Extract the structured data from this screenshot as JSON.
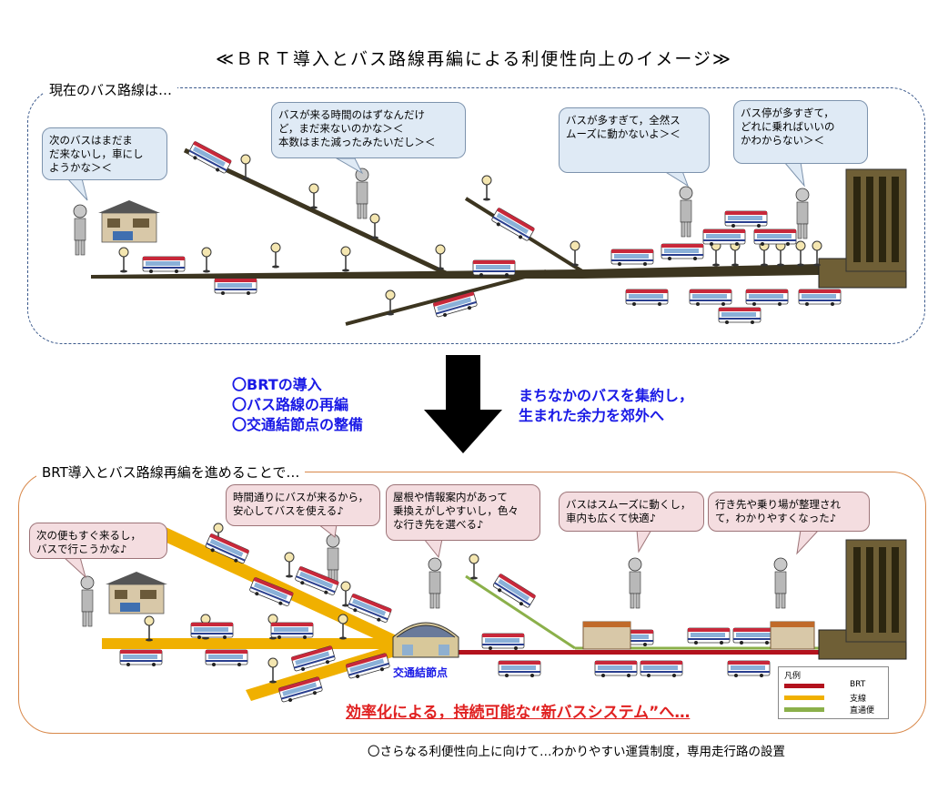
{
  "title": "≪ＢＲＴ導入とバス路線再編による利便性向上のイメージ≫",
  "top_panel": {
    "title": "現在のバス路線は…",
    "bubbles": [
      "次のバスはまだま\nだ来ないし，車にし\nようかな＞＜",
      "バスが来る時間のはずなんだけ\nど，まだ来ないのかな＞＜\n本数はまた減ったみたいだし＞＜",
      "バスが多すぎて，全然ス\nムーズに動かないよ＞＜",
      "バス停が多すぎて，\nどれに乗ればいいの\nかわからない＞＜"
    ]
  },
  "middle": {
    "left_items": [
      "〇BRTの導入",
      "〇バス路線の再編",
      "〇交通結節点の整備"
    ],
    "right_text": [
      "まちなかのバスを集約し，",
      "生まれた余力を郊外へ"
    ]
  },
  "bottom_panel": {
    "title": "BRT導入とバス路線再編を進めることで…",
    "bubbles": [
      "次の便もすぐ来るし，\nバスで行こうかな♪",
      "時間通りにバスが来るから，\n安心してバスを使える♪",
      "屋根や情報案内があって\n乗換えがしやすいし，色々\nな行き先を選べる♪",
      "バスはスムーズに動くし，\n車内も広くて快適♪",
      "行き先や乗り場が整理され\nて，わかりやすくなった♪"
    ],
    "hub_label": "交通結節点",
    "slogan": "効率化による，持続可能な“新バスシステム”へ…",
    "legend": {
      "title": "凡例",
      "items": [
        {
          "label": "BRT",
          "color": "#b3121d"
        },
        {
          "label": "支線",
          "color": "#f0b000"
        },
        {
          "label": "直通便",
          "color": "#8bb04a"
        }
      ]
    }
  },
  "footer": "〇さらなる利便性向上に向けて…わかりやすい運賃制度，専用走行路の設置",
  "colors": {
    "route_brown": "#3c3520",
    "brt_red": "#b3121d",
    "branch_yellow": "#f0b000",
    "direct_green": "#8bb04a",
    "bus_red": "#c8283a",
    "bus_blue": "#2a3f8f"
  }
}
